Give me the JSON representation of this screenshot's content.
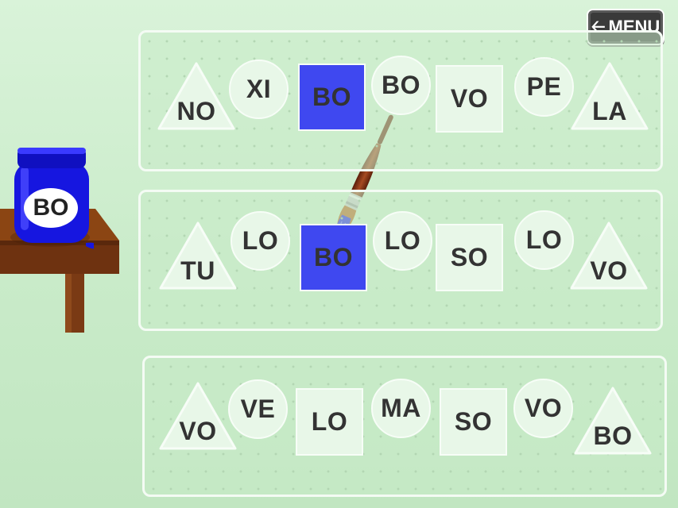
{
  "menu": {
    "label": "MENU",
    "icon": "arrow-left-icon"
  },
  "jar": {
    "label": "BO",
    "color": "#1616e0"
  },
  "paint_color": "#3f48f0",
  "rows": [
    {
      "cells": [
        {
          "shape": "triangle",
          "text": "NO"
        },
        {
          "shape": "circle",
          "text": "XI"
        },
        {
          "shape": "square",
          "text": "BO",
          "painted": true
        },
        {
          "shape": "circle",
          "text": "BO"
        },
        {
          "shape": "square",
          "text": "VO"
        },
        {
          "shape": "circle",
          "text": "PE"
        },
        {
          "shape": "triangle",
          "text": "LA"
        }
      ]
    },
    {
      "cells": [
        {
          "shape": "triangle",
          "text": "TU"
        },
        {
          "shape": "circle",
          "text": "LO"
        },
        {
          "shape": "square",
          "text": "BO",
          "painted": true
        },
        {
          "shape": "circle",
          "text": "LO"
        },
        {
          "shape": "square",
          "text": "SO"
        },
        {
          "shape": "circle",
          "text": "LO"
        },
        {
          "shape": "triangle",
          "text": "VO"
        }
      ]
    },
    {
      "cells": [
        {
          "shape": "triangle",
          "text": "VO"
        },
        {
          "shape": "circle",
          "text": "VE"
        },
        {
          "shape": "square",
          "text": "LO"
        },
        {
          "shape": "circle",
          "text": "MA"
        },
        {
          "shape": "square",
          "text": "SO"
        },
        {
          "shape": "circle",
          "text": "VO"
        },
        {
          "shape": "triangle",
          "text": "BO"
        }
      ]
    }
  ]
}
